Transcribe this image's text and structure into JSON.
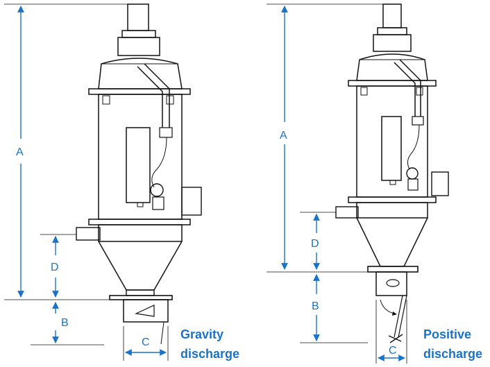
{
  "left_unit": {
    "dims": {
      "a": "A",
      "d": "D",
      "b": "B",
      "c": "C"
    },
    "caption_line1": "Gravity",
    "caption_line2": "discharge"
  },
  "right_unit": {
    "dims": {
      "a": "A",
      "d": "D",
      "b": "B",
      "c": "C"
    },
    "caption_line1": "Positive",
    "caption_line2": "discharge"
  },
  "colors": {
    "accent": "#1a73c7",
    "drawing": "#111111"
  }
}
